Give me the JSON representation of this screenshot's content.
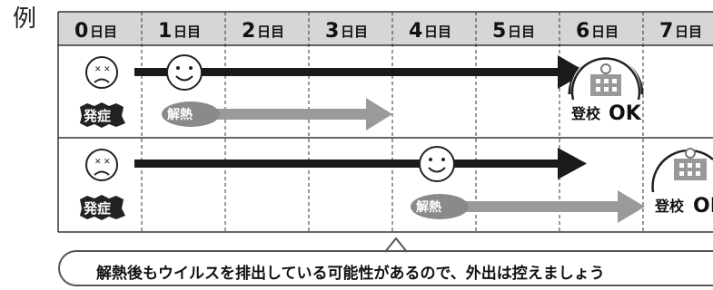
{
  "example_label": "例",
  "days": [
    {
      "num": "0",
      "unit": "日目"
    },
    {
      "num": "1",
      "unit": "日目"
    },
    {
      "num": "2",
      "unit": "日目"
    },
    {
      "num": "3",
      "unit": "日目"
    },
    {
      "num": "4",
      "unit": "日目"
    },
    {
      "num": "5",
      "unit": "日目"
    },
    {
      "num": "6",
      "unit": "日目"
    },
    {
      "num": "7",
      "unit": "日目"
    }
  ],
  "onset_label": "発症",
  "fever_down_label": "解熱",
  "school_ok_label": "登校",
  "school_ok_suffix": "OK",
  "note": "解熱後もウイルスを排出している可能性があるので、外出は控えましょう",
  "colors": {
    "header_bg": "#d6d6d6",
    "black_arrow": "#1a1a1a",
    "gray_arrow": "#9a9a9a",
    "badge": "#222222"
  }
}
